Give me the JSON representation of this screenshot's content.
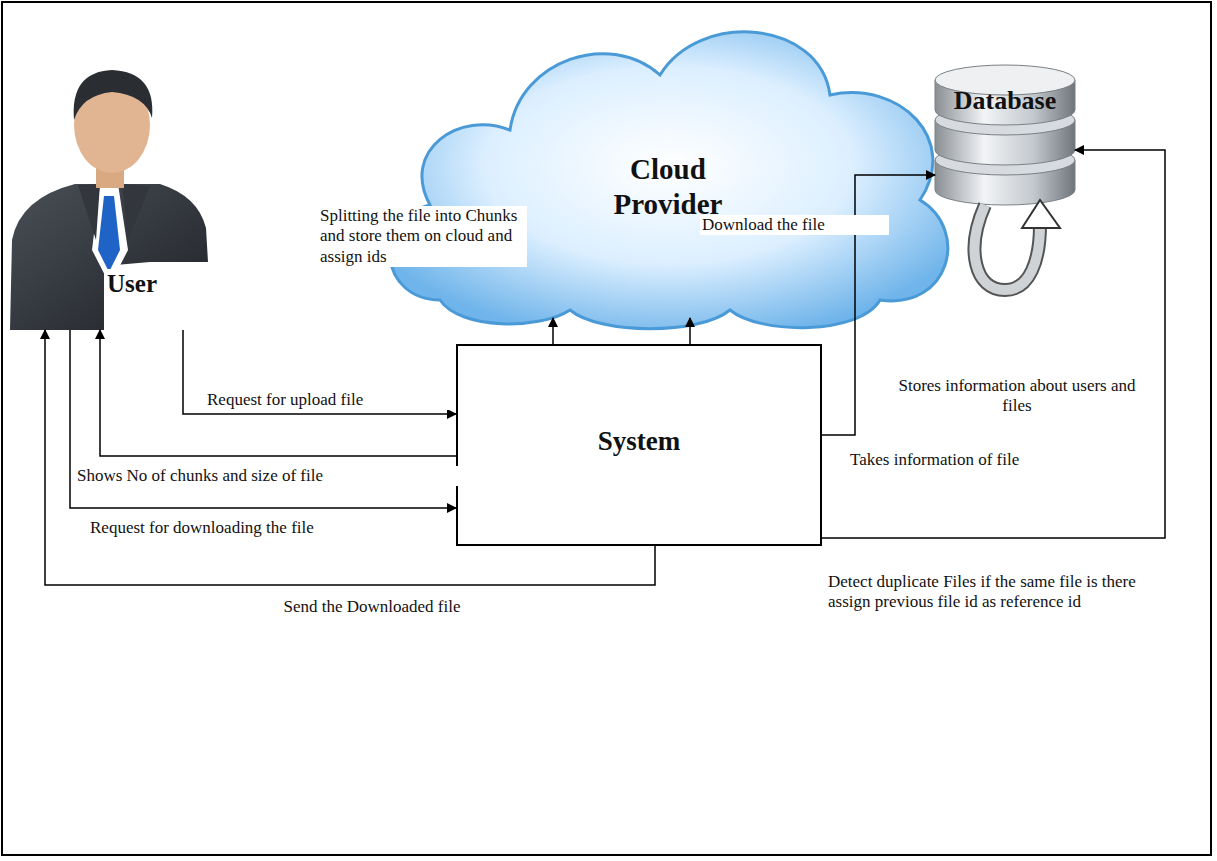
{
  "diagram": {
    "nodes": [
      {
        "text": [
          "Cloud Provider"
        ]
      },
      {
        "text": [
          "Database"
        ]
      },
      {
        "text": [
          "User"
        ]
      },
      {
        "text": [
          "System"
        ]
      }
    ],
    "edges": [
      {
        "from": 2,
        "to": 3,
        "label": "Request for upload file",
        "arrow": "to"
      },
      {
        "from": 3,
        "to": 2,
        "label": "Shows No of chunks and size of file",
        "arrow": "to"
      },
      {
        "from": 2,
        "to": 3,
        "label": "Request for downloading the file",
        "arrow": "to"
      },
      {
        "from": 3,
        "to": 2,
        "label": "Send the Downloaded file",
        "arrow": "to"
      },
      {
        "from": 3,
        "to": 0,
        "label": "Splitting the file into Chunks and store them on cloud and assign ids",
        "arrow": "to"
      },
      {
        "from": 3,
        "to": 0,
        "label": "Download the file",
        "arrow": "to"
      },
      {
        "from": 3,
        "to": 1,
        "label": "Takes information of file",
        "arrow": "to"
      },
      {
        "from": 3,
        "to": 1,
        "label": "Detect duplicate Files if the same file is there assign previous file id as reference id",
        "arrow": "to"
      }
    ],
    "labels": [
      "Stores information about users and files"
    ]
  }
}
